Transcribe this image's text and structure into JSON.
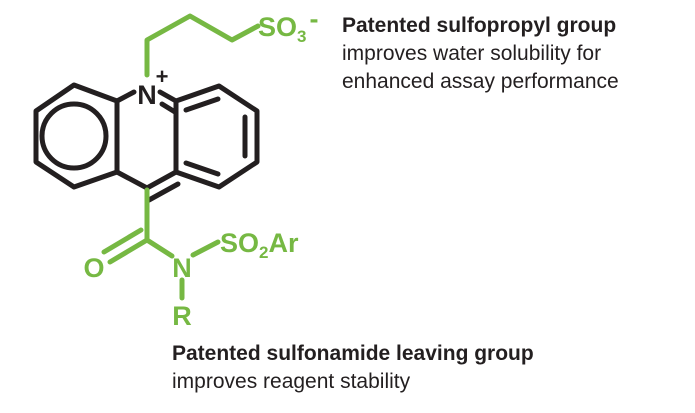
{
  "colors": {
    "bond": "#231f20",
    "highlight": "#76b843",
    "text": "#231f20"
  },
  "structure": {
    "core_nitrogen": "N",
    "core_charge": "+",
    "sulfonate_group": "SO",
    "sulfonate_subscript": "3",
    "sulfonate_charge": "-",
    "carbonyl_oxygen": "O",
    "amide_nitrogen": "N",
    "sulfonyl_group": "SO",
    "sulfonyl_subscript": "2",
    "sulfonyl_aryl": "Ar",
    "r_substituent": "R"
  },
  "annotations": {
    "sulfopropyl": {
      "heading": "Patented sulfopropyl group",
      "line1": "improves water solubility for",
      "line2": "enhanced assay performance"
    },
    "sulfonamide": {
      "heading": "Patented sulfonamide leaving group",
      "line1": "improves reagent stability"
    }
  }
}
